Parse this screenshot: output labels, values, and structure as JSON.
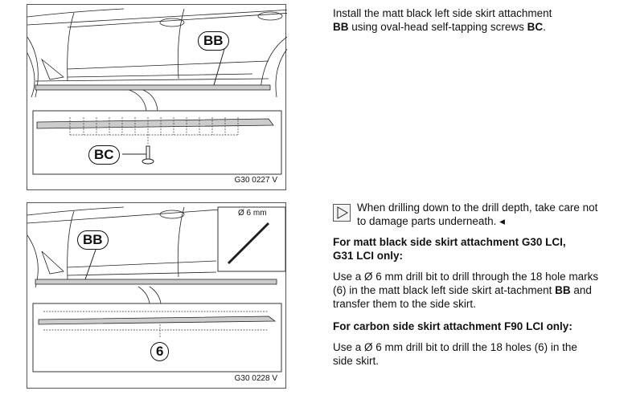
{
  "figure1": {
    "code": "G30 0227 V",
    "callout_bb": "BB",
    "callout_bc": "BC"
  },
  "figure2": {
    "code": "G30 0228 V",
    "callout_bb": "BB",
    "callout_6": "6",
    "drill_label": "Ø 6 mm"
  },
  "step1": {
    "pre": "Install the matt black left side skirt attachment ",
    "bb": "BB",
    "mid": " using oval-head self-tapping screws ",
    "bc": "BC",
    "end": "."
  },
  "note": {
    "text": "When drilling down to the drill depth, take care not to damage parts underneath. ◂",
    "icon": "note-triangle-icon"
  },
  "section1": {
    "heading": "For matt black side skirt attachment G30 LCI, G31 LCI only:",
    "pre": "Use a Ø 6 mm drill bit to drill through the 18 hole marks (6) in the matt black left side skirt at-tachment ",
    "bb": "BB",
    "end": " and transfer them to the side skirt."
  },
  "section2": {
    "heading": "For carbon side skirt attachment F90 LCI only:",
    "text": "Use a Ø 6 mm drill bit to drill the 18 holes (6) in the side skirt."
  }
}
